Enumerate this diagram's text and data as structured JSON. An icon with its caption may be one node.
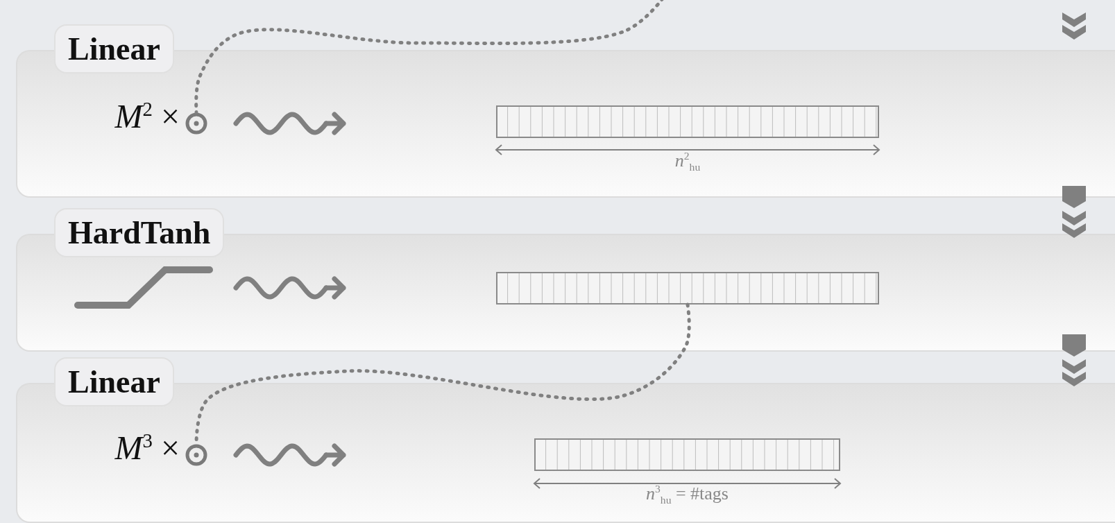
{
  "diagram": {
    "nodes": [
      {
        "text": [
          "Linear"
        ]
      },
      {
        "text": [],
        "shape": "circle",
        "in": 0,
        "beside": [
          "*M*$^{2}$ ×"
        ]
      },
      {
        "text": [],
        "shape": "bar",
        "in": 0,
        "beside": [
          "*n*$^{2}$$_{hu}$"
        ]
      },
      {
        "text": [
          "HardTanh"
        ]
      },
      {
        "text": [],
        "shape": "bar",
        "in": 3
      },
      {
        "text": [
          "Linear"
        ]
      },
      {
        "text": [],
        "shape": "circle",
        "in": 5,
        "beside": [
          "*M*$^{3}$ ×"
        ]
      },
      {
        "text": [],
        "shape": "bar",
        "in": 5,
        "beside": [
          "*n*$^{3}$$_{hu}$ = #tags"
        ]
      }
    ],
    "edges": [
      {
        "from": null,
        "to": 1,
        "arrow": "none",
        "style": "dashed"
      },
      {
        "from": 4,
        "to": 6,
        "arrow": "none",
        "style": "dashed"
      }
    ]
  }
}
